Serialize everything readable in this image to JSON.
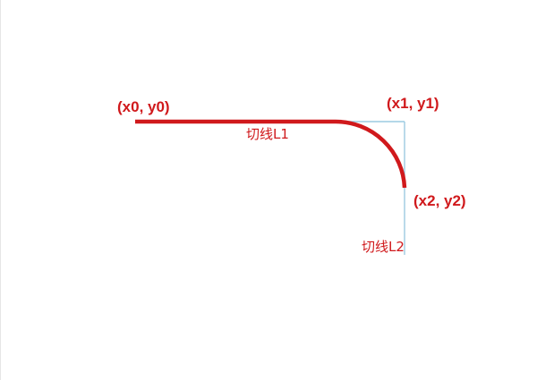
{
  "labels": {
    "p0": "(x0, y0)",
    "p1": "(x1, y1)",
    "p2": "(x2, y2)",
    "tangent1": "切线L1",
    "tangent2": "切线L2"
  },
  "colors": {
    "curve": "#d0191c",
    "tangent": "#9ccbe2",
    "label": "#d0191c"
  }
}
